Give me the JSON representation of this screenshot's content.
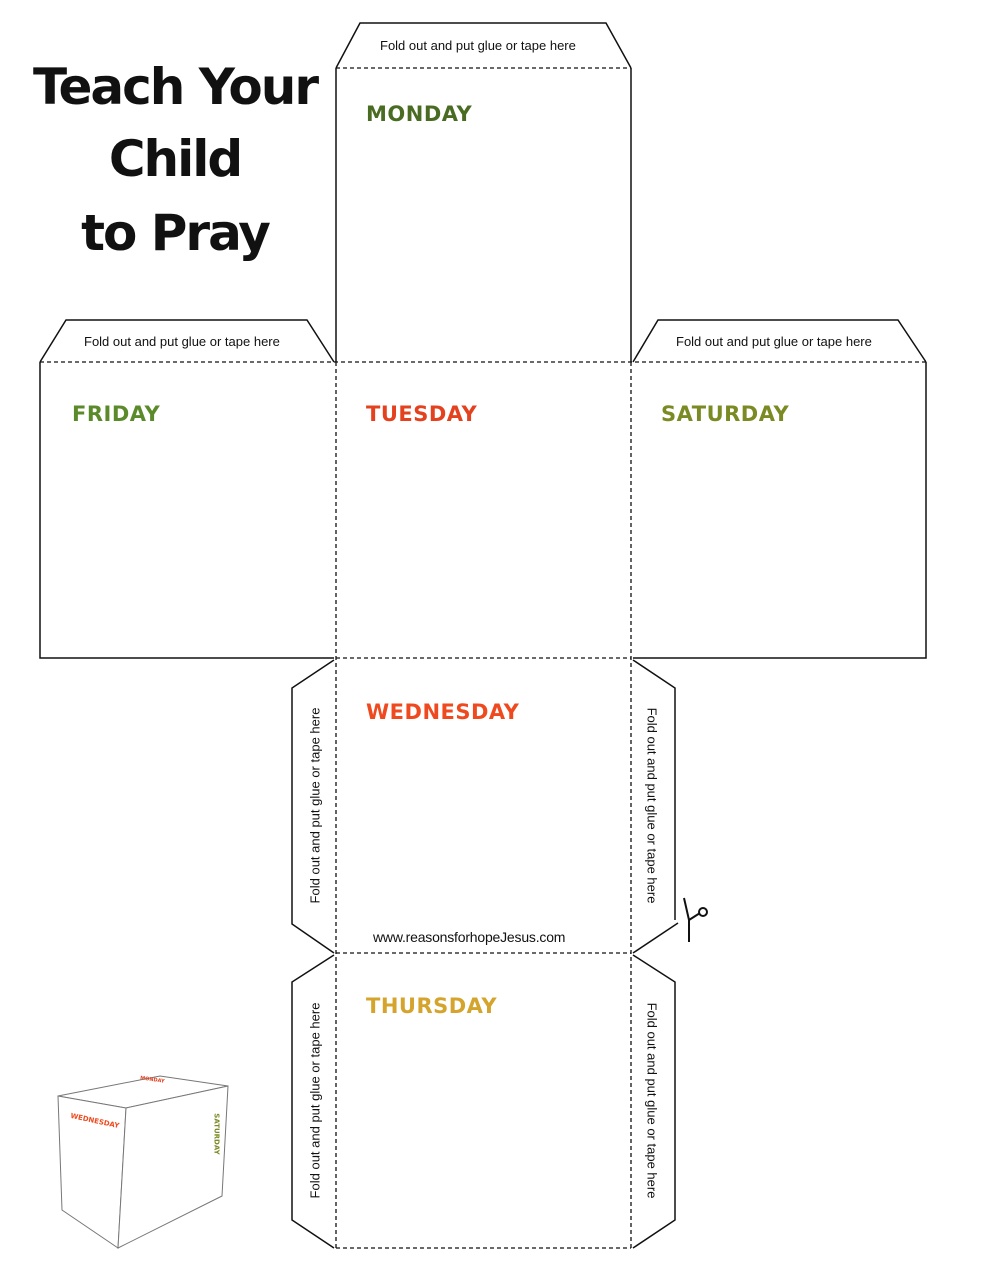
{
  "title": {
    "line1": "Teach Your",
    "line2": "Child",
    "line3": "to Pray"
  },
  "days": {
    "monday": {
      "label": "MONDAY",
      "color": "#4a6b22"
    },
    "tuesday": {
      "label": "TUESDAY",
      "color": "#e4411f"
    },
    "wednesday": {
      "label": "WEDNESDAY",
      "color": "#ef4a1f"
    },
    "thursday": {
      "label": "THURSDAY",
      "color": "#d4a42c"
    },
    "friday": {
      "label": "FRIDAY",
      "color": "#5b8a2a"
    },
    "saturday": {
      "label": "SATURDAY",
      "color": "#7b8a22"
    }
  },
  "tab_text": "Fold out and put glue or tape here",
  "website": "www.reasonsforhopeJesus.com",
  "preview_cube": {
    "front": "WEDNESDAY",
    "right": "SATURDAY",
    "top": "MONDAY"
  }
}
